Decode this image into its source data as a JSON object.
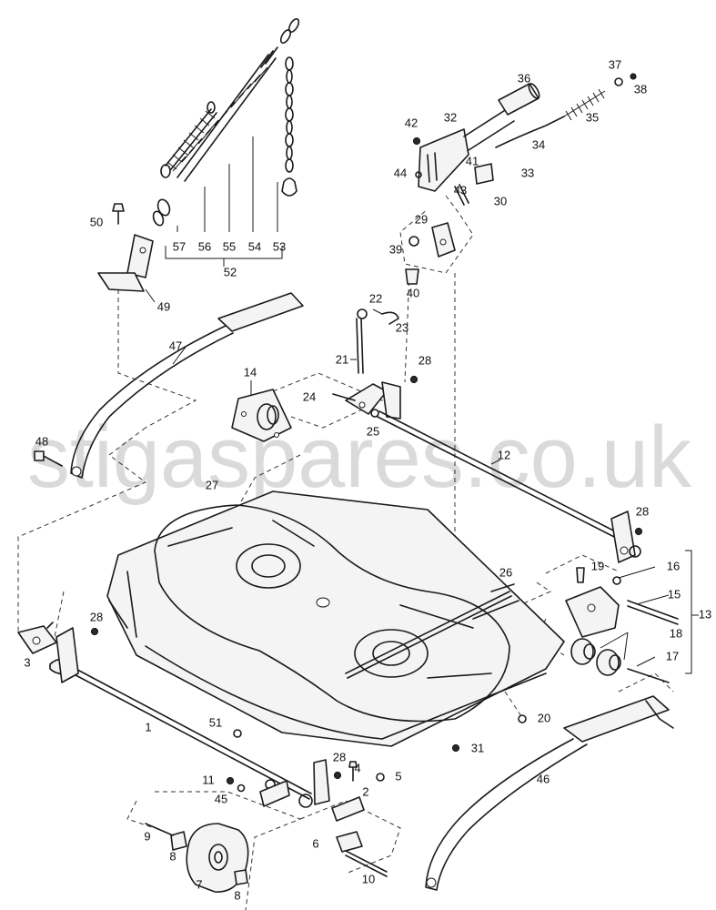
{
  "watermark": "stigaspares.co.uk",
  "callouts": {
    "c1": "1",
    "c2": "2",
    "c3": "3",
    "c4": "4",
    "c5": "5",
    "c6": "6",
    "c7": "7",
    "c8a": "8",
    "c8b": "8",
    "c9": "9",
    "c10": "10",
    "c11": "11",
    "c12": "12",
    "c13": "13",
    "c14": "14",
    "c15": "15",
    "c16": "16",
    "c17": "17",
    "c18": "18",
    "c19": "19",
    "c20": "20",
    "c21": "21",
    "c22": "22",
    "c23": "23",
    "c24": "24",
    "c25": "25",
    "c26": "26",
    "c27": "27",
    "c28a": "28",
    "c28b": "28",
    "c28c": "28",
    "c28d": "28",
    "c29": "29",
    "c30": "30",
    "c31": "31",
    "c32": "32",
    "c33": "33",
    "c34": "34",
    "c35": "35",
    "c36": "36",
    "c37": "37",
    "c38": "38",
    "c39": "39",
    "c40": "40",
    "c41": "41",
    "c42": "42",
    "c43": "43",
    "c44": "44",
    "c45": "45",
    "c46": "46",
    "c47": "47",
    "c48": "48",
    "c49": "49",
    "c50": "50",
    "c51": "51",
    "c52": "52",
    "c53": "53",
    "c54": "54",
    "c55": "55",
    "c56": "56",
    "c57": "57"
  }
}
